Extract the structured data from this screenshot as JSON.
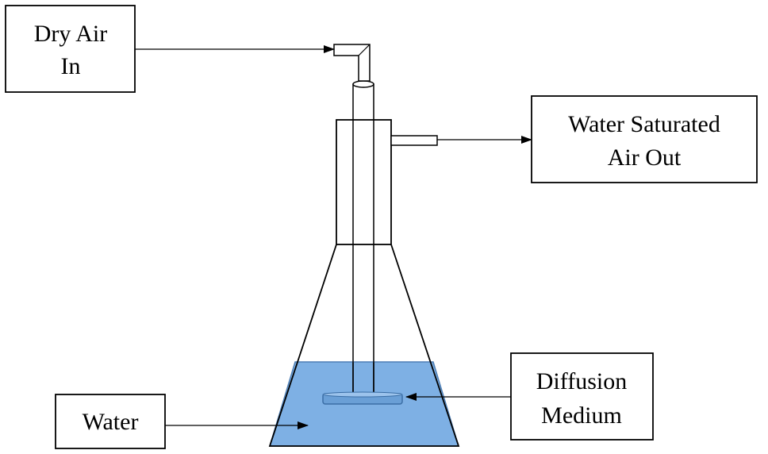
{
  "labels": {
    "dry_air_in": [
      "Dry Air",
      "In"
    ],
    "water_saturated_air_out": [
      "Water Saturated",
      "Air Out"
    ],
    "diffusion_medium": [
      "Diffusion",
      "Medium"
    ],
    "water": "Water"
  },
  "colors": {
    "water": "#7eb0e4",
    "water_edge": "#4f7fb5",
    "stroke": "#000000",
    "background": "#ffffff"
  }
}
